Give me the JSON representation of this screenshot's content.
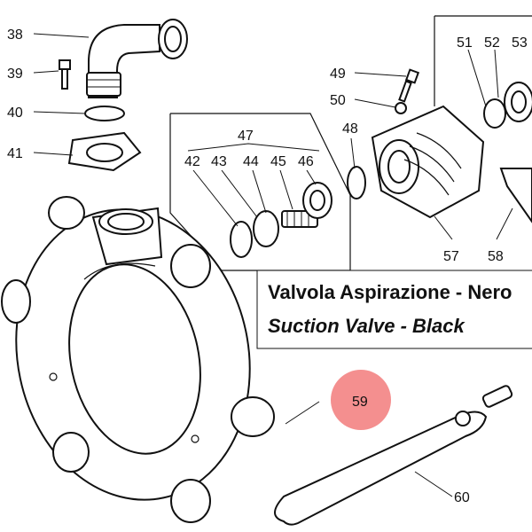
{
  "labels": {
    "p38": "38",
    "p39": "39",
    "p40": "40",
    "p41": "41",
    "p42": "42",
    "p43": "43",
    "p44": "44",
    "p45": "45",
    "p46": "46",
    "p47": "47",
    "p48": "48",
    "p49": "49",
    "p50": "50",
    "p51": "51",
    "p52": "52",
    "p53": "53",
    "p57": "57",
    "p58": "58",
    "p59": "59",
    "p60": "60"
  },
  "caption": {
    "italian": "Valvola Aspirazione - Nero",
    "english": "Suction Valve - Black"
  },
  "colors": {
    "highlight": "#f06a6a",
    "line": "#111111"
  }
}
